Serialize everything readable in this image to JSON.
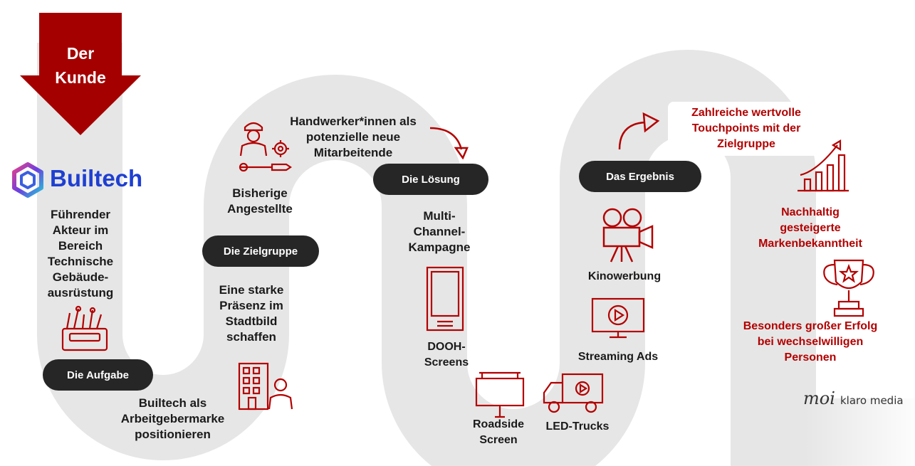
{
  "start": {
    "label": "Der\nKunde"
  },
  "brand": {
    "name": "Builtech"
  },
  "steps": {
    "aufgabe": {
      "pill": "Die Aufgabe",
      "description": "Führender\nAkteur im\nBereich\nTechnische\nGebäude-\nausrüstung",
      "goal": "Builtech als\nArbeitgebermarke\npositionieren"
    },
    "zielgruppe": {
      "pill": "Die Zielgruppe",
      "current": "Bisherige\nAngestellte",
      "target": "Handwerker*innen als\npotenzielle neue\nMitarbeitende",
      "goal": "Eine starke\nPräsenz im\nStadtbild\nschaffen"
    },
    "loesung": {
      "pill": "Die Lösung",
      "campaign": "Multi-\nChannel-\nKampagne",
      "channels": [
        "DOOH-\nScreens",
        "Roadside\nScreen",
        "LED-Trucks",
        "Streaming Ads",
        "Kinowerbung"
      ]
    },
    "ergebnis": {
      "pill": "Das Ergebnis",
      "results": [
        "Zahlreiche wertvolle\nTouchpoints mit der\nZielgruppe",
        "Nachhaltig\ngesteigerte\nMarkenbekanntheit",
        "Besonders großer Erfolg\nbei wechselwilligen\nPersonen"
      ]
    }
  },
  "footer": {
    "logo_mark": "moi",
    "logo_text": "klaro media"
  },
  "colors": {
    "accent": "#b30000",
    "road": "#e6e6e6",
    "pill": "#262626",
    "brand_blue": "#1f3fd1"
  }
}
